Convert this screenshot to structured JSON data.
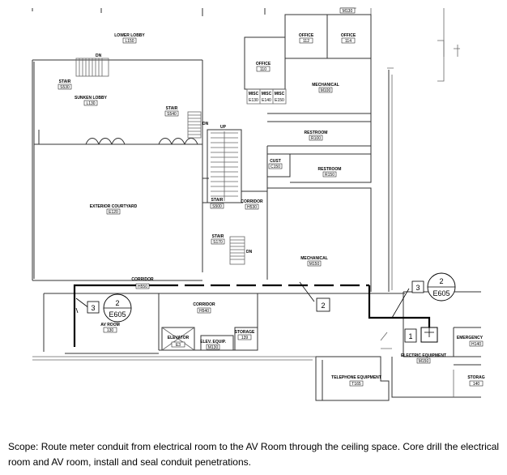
{
  "rooms": {
    "top_num": "M130",
    "lower_lobby": {
      "name": "LOWER LOBBY",
      "num": "L150"
    },
    "office_112": {
      "name": "OFFICE",
      "num": "112"
    },
    "office_114": {
      "name": "OFFICE",
      "num": "114"
    },
    "office_110": {
      "name": "OFFICE",
      "num": "110"
    },
    "stair_s530": {
      "name": "STAIR",
      "num": "S530"
    },
    "sunken_lobby": {
      "name": "SUNKEN LOBBY",
      "num": "L130"
    },
    "stair_s540": {
      "name": "STAIR",
      "num": "S540"
    },
    "misc1": {
      "name": "MISC",
      "num": "E130"
    },
    "misc2": {
      "name": "MISC",
      "num": "E140"
    },
    "misc3": {
      "name": "MISC",
      "num": "E150"
    },
    "mechanical_top": {
      "name": "MECHANICAL",
      "num": "M100"
    },
    "restroom_1": {
      "name": "RESTROOM",
      "num": "R100"
    },
    "janitor": {
      "name": "CUST",
      "num": "C150"
    },
    "restroom_2": {
      "name": "RESTROOM",
      "num": "R150"
    },
    "exterior_courtyard": {
      "name": "EXTERIOR COURTYARD",
      "num": "E120"
    },
    "stair_s500": {
      "name": "STAIR",
      "num": "S500"
    },
    "corridor_h530": {
      "name": "CORRIDOR",
      "num": "H530"
    },
    "stair_s170": {
      "name": "STAIR",
      "num": "S170"
    },
    "mechanical_mid": {
      "name": "MECHANICAL",
      "num": "M150"
    },
    "corridor_h550": {
      "name": "CORRIDOR",
      "num": "H550"
    },
    "corridor_h540": {
      "name": "CORRIDOR",
      "num": "H540"
    },
    "av_room": {
      "name": "AV ROOM",
      "num": "130"
    },
    "elevator": {
      "name": "ELEVATOR",
      "num": "E3"
    },
    "elev_equip": {
      "name": "ELEV. EQUIP.",
      "num": "M130"
    },
    "storage_139": {
      "name": "STORAGE",
      "num": "139"
    },
    "emergency": {
      "name": "EMERGENCY",
      "num": "H140"
    },
    "electric_equipment": {
      "name": "ELECTRIC EQUIPMENT",
      "num": "M150"
    },
    "telephone_equipment": {
      "name": "TELEPHONE EQUIPMENT",
      "num": "T165"
    },
    "storage_right": {
      "name": "STORAG",
      "num": "140"
    }
  },
  "stair_markers": {
    "dn1": "DN",
    "up": "UP",
    "dn2": "DN",
    "dn3": "DN"
  },
  "callouts": {
    "key_left": "3",
    "key_mid": "2",
    "key_right": "3",
    "key_box": "1",
    "section_left": {
      "num": "2",
      "sheet": "E605"
    },
    "section_right": {
      "num": "2",
      "sheet": "E605"
    }
  },
  "scope_text": "Scope:  Route meter conduit from electrical room to the AV Room  through the ceiling space.  Core drill the electrical room and AV room, install and seal conduit penetrations."
}
